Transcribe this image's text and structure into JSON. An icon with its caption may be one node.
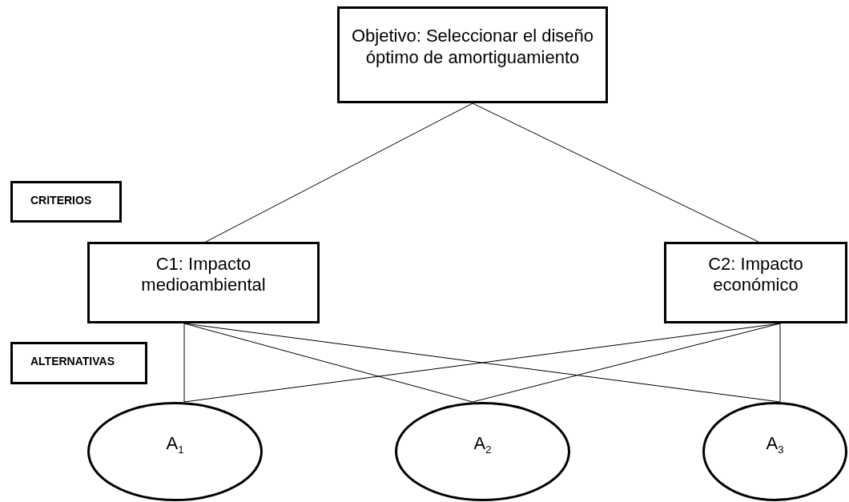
{
  "diagram": {
    "nodes": [
      {
        "text": [
          "Objetivo: Seleccionar el diseño óptimo de amortiguamiento"
        ]
      },
      {
        "text": [
          "CRITERIOS"
        ]
      },
      {
        "text": [
          "C1: Impacto medioambiental"
        ]
      },
      {
        "text": [
          "C2: Impacto económico"
        ]
      },
      {
        "text": [
          "ALTERNATIVAS"
        ]
      },
      {
        "text": [
          "A$_{1}$"
        ]
      },
      {
        "text": [
          "A$_{2}$"
        ]
      },
      {
        "text": [
          "A$_{3}$"
        ]
      }
    ],
    "edges": [
      {
        "from": 0,
        "to": 2,
        "arrow": "none"
      },
      {
        "from": 0,
        "to": 3,
        "arrow": "none"
      },
      {
        "from": 2,
        "to": 5,
        "arrow": "none"
      },
      {
        "from": 2,
        "to": 6,
        "arrow": "none"
      },
      {
        "from": 2,
        "to": 7,
        "arrow": "none"
      },
      {
        "from": 3,
        "to": 5,
        "arrow": "none"
      },
      {
        "from": 3,
        "to": 6,
        "arrow": "none"
      },
      {
        "from": 3,
        "to": 7,
        "arrow": "none"
      }
    ]
  }
}
